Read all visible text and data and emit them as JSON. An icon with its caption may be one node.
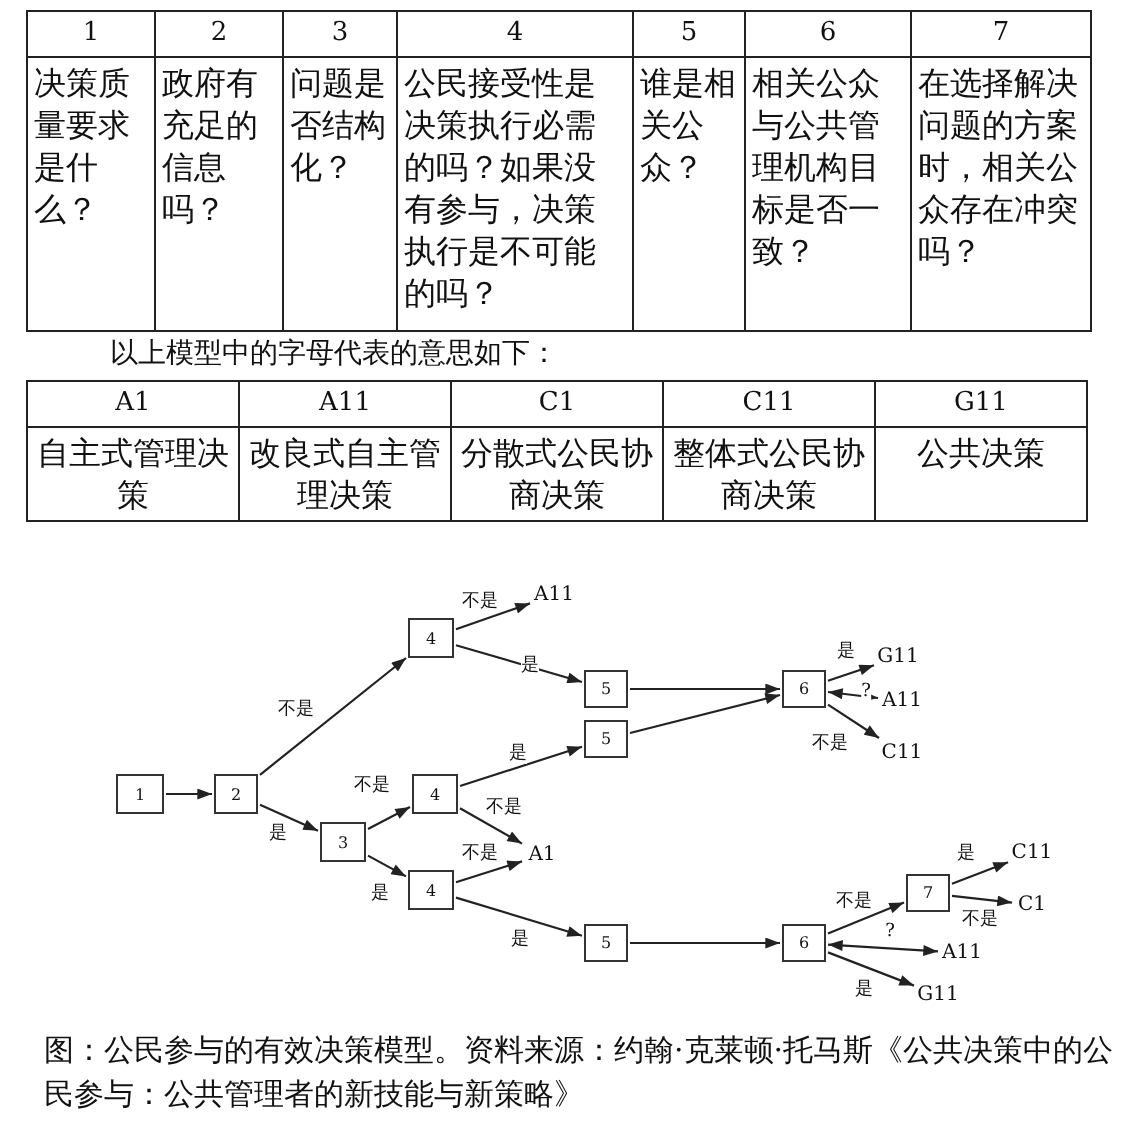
{
  "diagram": {
    "caption": "图：公民参与的有效决策模型。资料来源：约翰·克莱顿·托马斯《公共决策中的公民参与：公共管理者的新技能与新策略》",
    "nodes": [
      {
        "text": [
          "1"
        ]
      },
      {
        "text": [
          "2"
        ]
      },
      {
        "text": [
          "4"
        ]
      },
      {
        "text": [
          "3"
        ]
      },
      {
        "text": [
          "4"
        ]
      },
      {
        "text": [
          "4"
        ]
      },
      {
        "text": [
          "5"
        ]
      },
      {
        "text": [
          "5"
        ]
      },
      {
        "text": [
          "5"
        ]
      },
      {
        "text": [
          "6"
        ]
      },
      {
        "text": [
          "6"
        ]
      },
      {
        "text": [
          "7"
        ]
      },
      {
        "text": [
          "A11"
        ]
      },
      {
        "text": [
          "A1"
        ]
      },
      {
        "text": [
          "G11"
        ]
      },
      {
        "text": [
          "A11"
        ]
      },
      {
        "text": [
          "C11"
        ]
      },
      {
        "text": [
          "C11"
        ]
      },
      {
        "text": [
          "C1"
        ]
      },
      {
        "text": [
          "A11"
        ]
      },
      {
        "text": [
          "G11"
        ]
      }
    ],
    "edges": [
      {
        "from": 0,
        "to": 1,
        "arrow": "to"
      },
      {
        "from": 1,
        "to": 2,
        "arrow": "to",
        "label": "不是"
      },
      {
        "from": 1,
        "to": 3,
        "arrow": "to",
        "label": "是"
      },
      {
        "from": 2,
        "to": 12,
        "arrow": "to",
        "label": "不是"
      },
      {
        "from": 2,
        "to": 6,
        "arrow": "to",
        "label": "是"
      },
      {
        "from": 3,
        "to": 4,
        "arrow": "to",
        "label": "不是"
      },
      {
        "from": 3,
        "to": 5,
        "arrow": "to",
        "label": "是"
      },
      {
        "from": 4,
        "to": 7,
        "arrow": "to",
        "label": "是"
      },
      {
        "from": 4,
        "to": 13,
        "arrow": "to",
        "label": "不是"
      },
      {
        "from": 5,
        "to": 13,
        "arrow": "to",
        "label": "不是"
      },
      {
        "from": 5,
        "to": 8,
        "arrow": "to",
        "label": "是"
      },
      {
        "from": 6,
        "to": 9,
        "arrow": "to"
      },
      {
        "from": 7,
        "to": 9,
        "arrow": "to"
      },
      {
        "from": 8,
        "to": 10,
        "arrow": "to"
      },
      {
        "from": 9,
        "to": 14,
        "arrow": "to",
        "label": "是"
      },
      {
        "from": 9,
        "to": 15,
        "arrow": "both",
        "label": "?"
      },
      {
        "from": 9,
        "to": 16,
        "arrow": "to",
        "label": "不是"
      },
      {
        "from": 10,
        "to": 11,
        "arrow": "to",
        "label": "不是"
      },
      {
        "from": 10,
        "to": 19,
        "arrow": "both",
        "label": "?"
      },
      {
        "from": 10,
        "to": 20,
        "arrow": "to",
        "label": "是"
      },
      {
        "from": 11,
        "to": 17,
        "arrow": "to",
        "label": "是"
      },
      {
        "from": 11,
        "to": 18,
        "arrow": "to",
        "label": "不是"
      }
    ],
    "labels": [
      "1",
      "2",
      "3",
      "4",
      "5",
      "6",
      "7",
      "决策质量要求是什么？",
      "政府有充足的信息吗？",
      "问题是否结构化？",
      "公民接受性是决策执行必需的吗？如果没有参与，决策执行是不可能的吗？",
      "谁是相关公众？",
      "相关公众与公共管理机构目标是否一致？",
      "在选择解决问题的方案时，相关公众存在冲突吗？",
      "以上模型中的字母代表的意思如下：",
      "A1",
      "A11",
      "C1",
      "C11",
      "G11",
      "自主式管理决策",
      "改良式自主管理决策",
      "分散式公民协商决策",
      "整体式公民协商决策",
      "公共决策"
    ]
  }
}
